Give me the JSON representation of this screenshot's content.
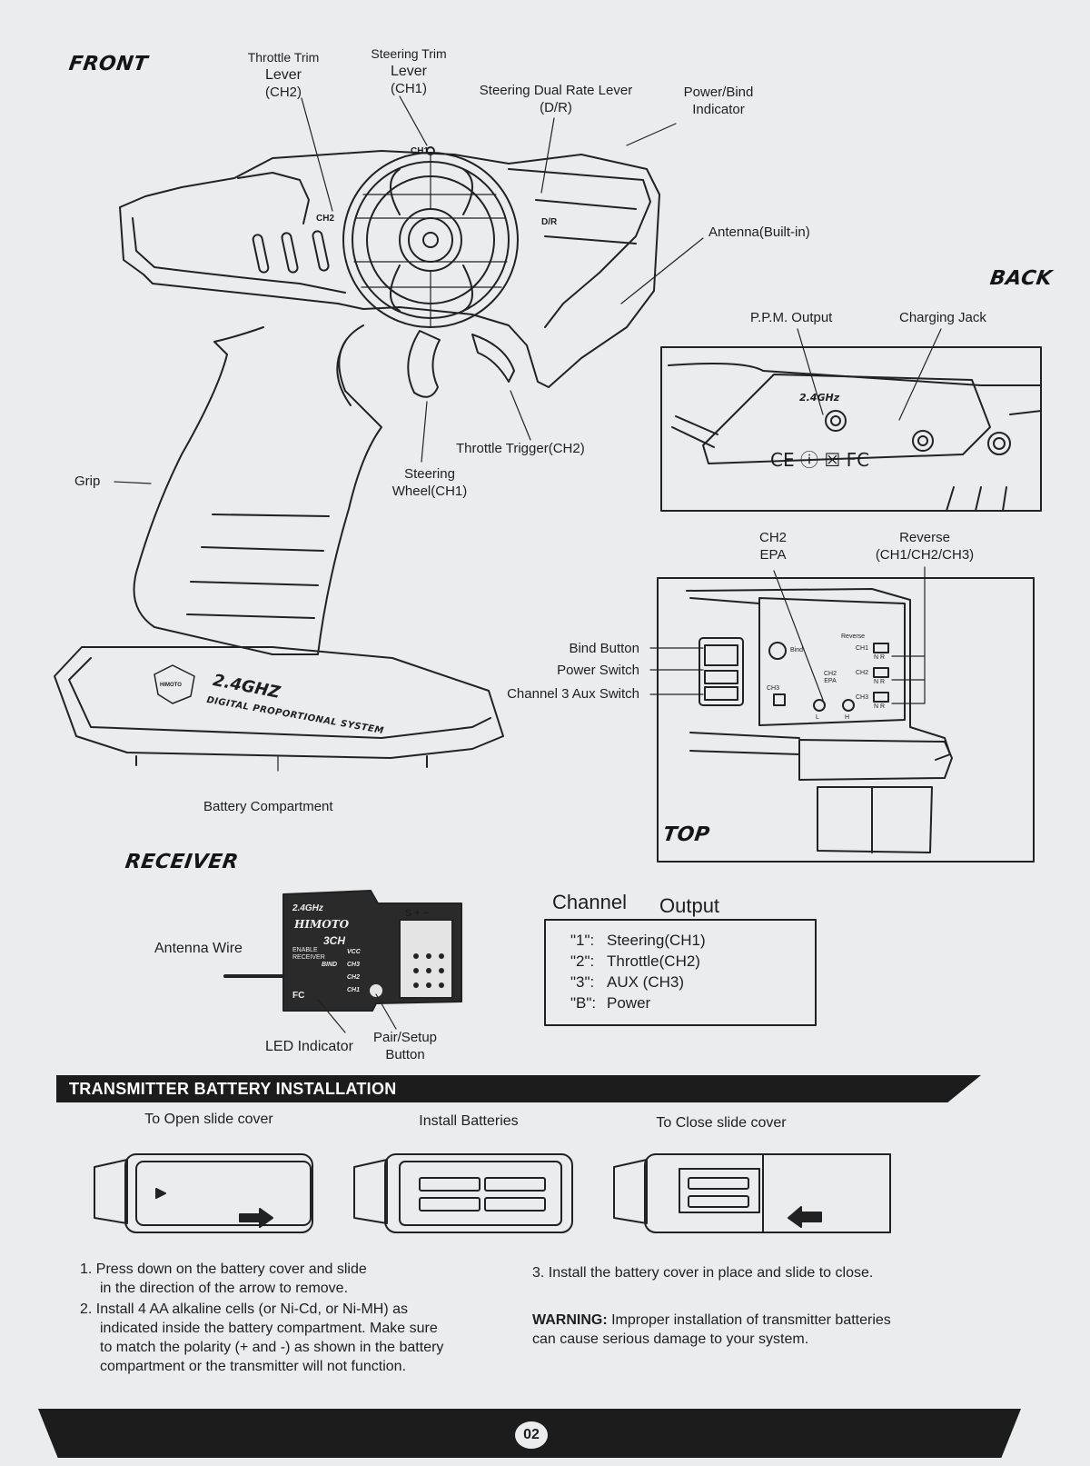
{
  "headings": {
    "front": "FRONT",
    "back": "BACK",
    "top": "TOP",
    "receiver": "RECEIVER"
  },
  "front_labels": {
    "throttle_trim": [
      "Throttle Trim",
      "Lever",
      "(CH2)"
    ],
    "steering_trim": [
      "Steering Trim",
      "Lever",
      "(CH1)"
    ],
    "steering_dual_rate": [
      "Steering Dual Rate Lever",
      "(D/R)"
    ],
    "power_bind": [
      "Power/Bind",
      "Indicator"
    ],
    "antenna": "Antenna(Built-in)",
    "grip": "Grip",
    "steering_wheel": [
      "Steering",
      "Wheel(CH1)"
    ],
    "throttle_trigger": "Throttle Trigger(CH2)",
    "battery_compartment": "Battery Compartment",
    "printed_ch1": "CH1",
    "printed_ch2": "CH2",
    "printed_dr": "D/R",
    "brand": "HIMOTO",
    "freq": "2.4GHZ",
    "system_text": "DIGITAL PROPORTIONAL SYSTEM"
  },
  "back_labels": {
    "ppm_output": "P.P.M. Output",
    "charging_jack": "Charging Jack",
    "panel_freq": "2.4GHz",
    "panel_marks": "CE  ⓘ  ☒  FC"
  },
  "top_labels": {
    "ch2_epa": [
      "CH2",
      "EPA"
    ],
    "reverse": [
      "Reverse",
      "(CH1/CH2/CH3)"
    ],
    "bind_button": "Bind Button",
    "power_switch": "Power Switch",
    "ch3_aux": "Channel 3  Aux Switch",
    "panel": {
      "reverse": "Reverse",
      "bind": "Bind",
      "ch1": "CH1",
      "ch2": "CH2",
      "ch3": "CH3",
      "ch2epa": [
        "CH2",
        "EPA"
      ],
      "nr": "N   R",
      "l": "L",
      "h": "H"
    }
  },
  "receiver": {
    "antenna_wire": "Antenna Wire",
    "led_indicator": "LED Indicator",
    "pair_setup": [
      "Pair/Setup",
      "Button"
    ],
    "body": {
      "freq": "2.4GHz",
      "brand": "HIMOTO",
      "ch": "3CH",
      "line1": "ENABLE",
      "line2": "RECEIVER",
      "pins": "S  +  −",
      "vcc": "VCC",
      "bind": "BIND",
      "ch3": "CH3",
      "ch2": "CH2",
      "ch1": "CH1",
      "fc": "FC"
    }
  },
  "channel_output": {
    "title": [
      "Channel",
      "Output"
    ],
    "rows": [
      {
        "key": "\"1\":",
        "value": "Steering(CH1)"
      },
      {
        "key": "\"2\":",
        "value": "Throttle(CH2)"
      },
      {
        "key": "\"3\":",
        "value": "AUX (CH3)"
      },
      {
        "key": "\"B\":",
        "value": "Power"
      }
    ]
  },
  "battery": {
    "banner": "TRANSMITTER BATTERY INSTALLATION",
    "steps": [
      "To Open slide cover",
      "Install Batteries",
      "To Close slide cover"
    ],
    "instructions": {
      "i1": [
        "1. Press down on the battery cover and slide",
        "in the direction of the arrow to remove."
      ],
      "i2": [
        "2. Install 4 AA alkaline cells (or Ni-Cd, or Ni-MH) as",
        "indicated inside the battery compartment. Make sure",
        "to match the polarity (+ and -) as shown in the battery",
        "compartment or the transmitter will not function."
      ],
      "i3": "3. Install the battery cover in place and slide to close.",
      "warning_label": "WARNING:",
      "warning_text": [
        "Improper installation of transmitter batteries",
        "can cause serious damage to your system."
      ]
    }
  },
  "page_number": "02"
}
